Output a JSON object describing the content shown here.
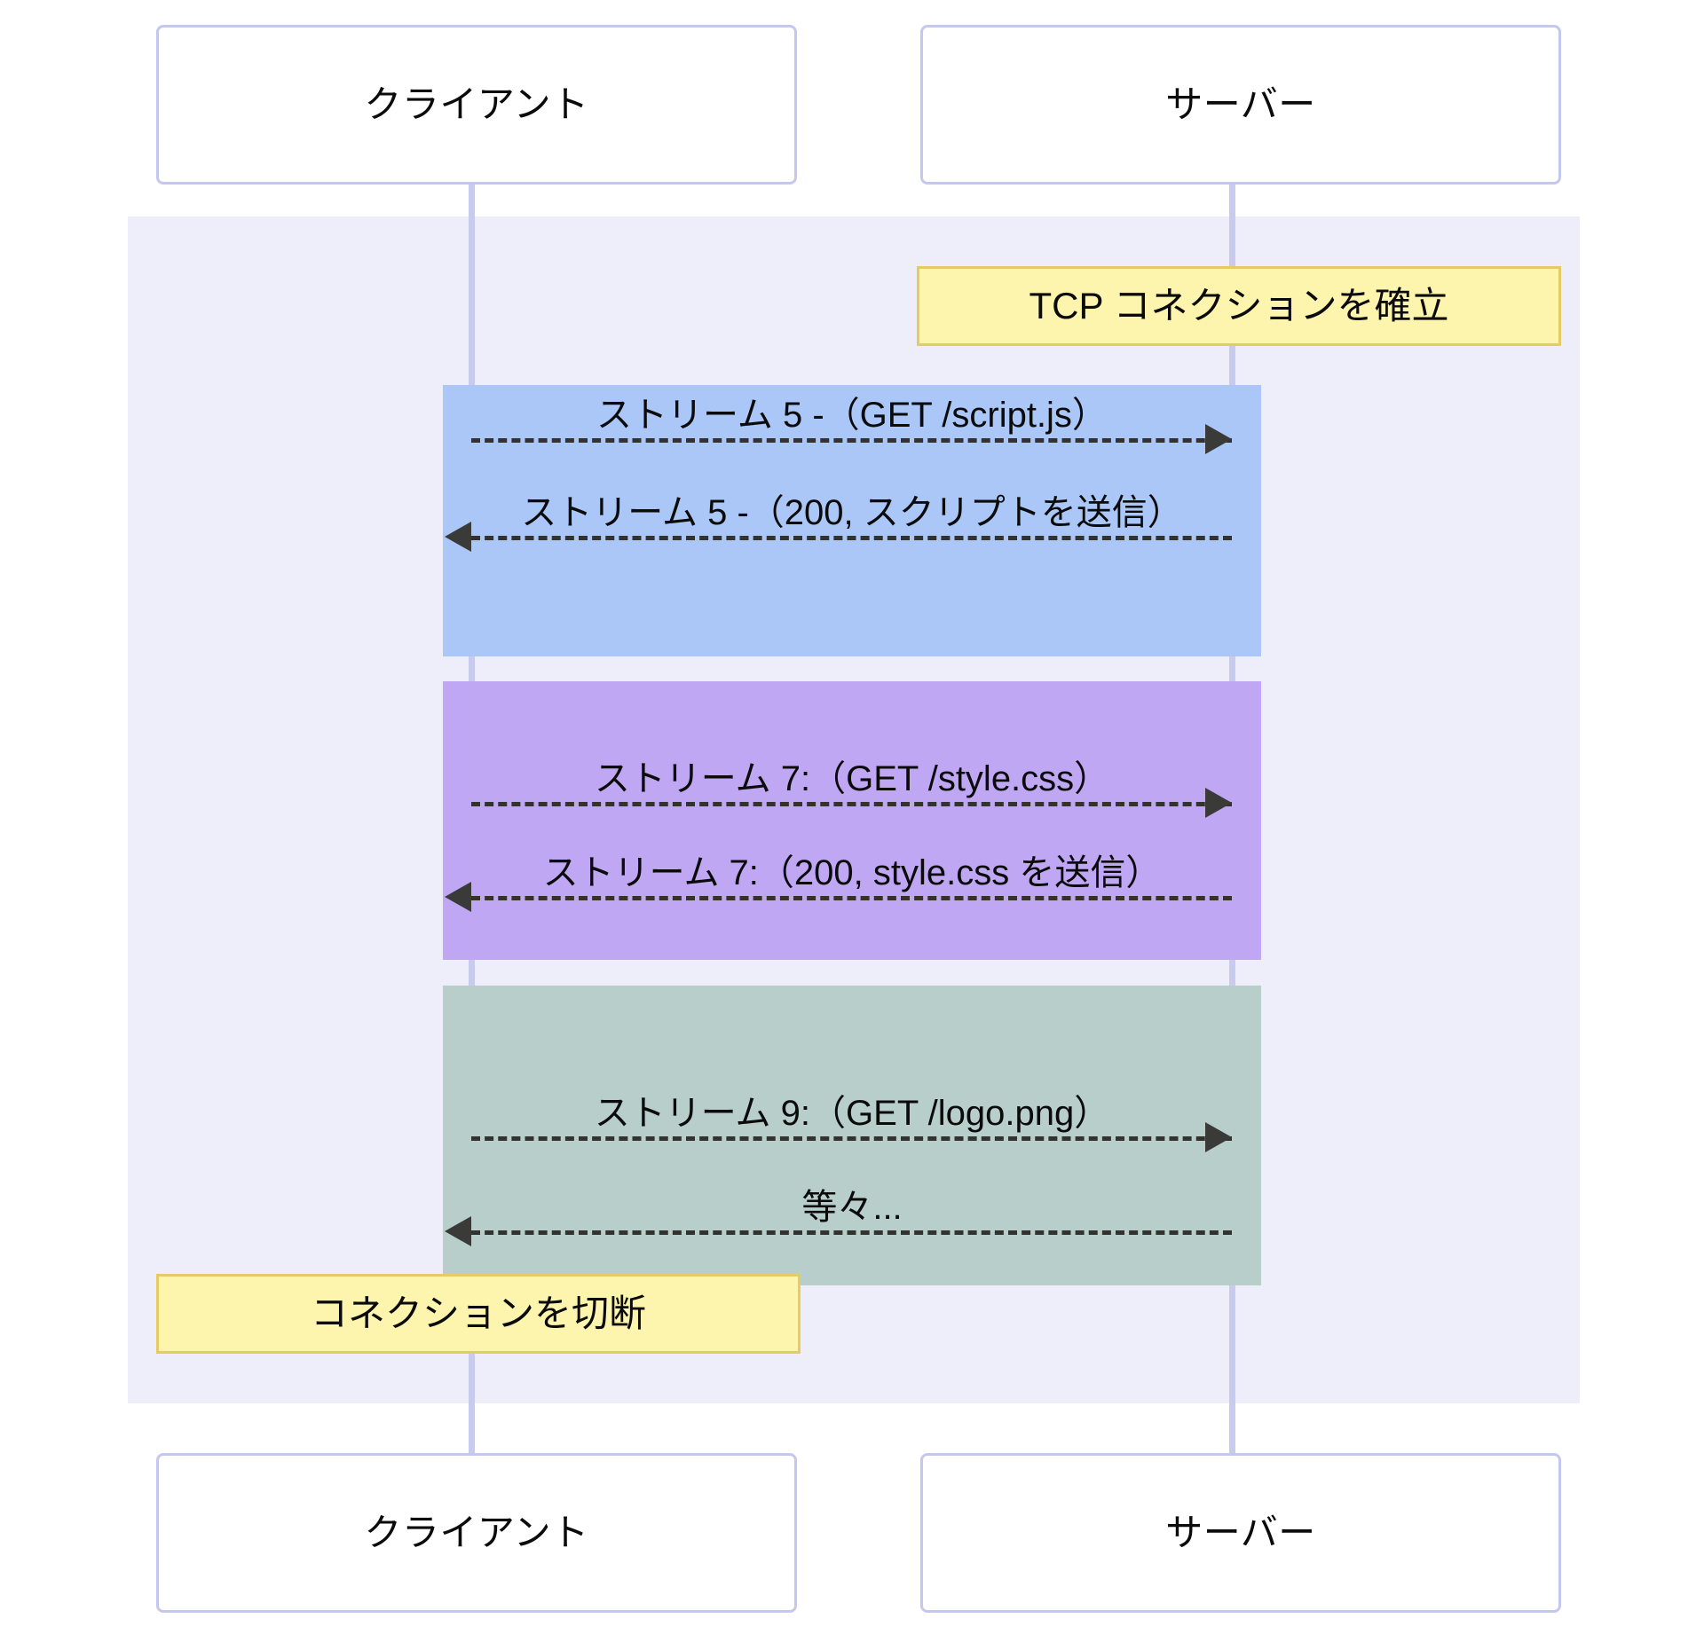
{
  "diagram": {
    "type": "sequence-diagram",
    "participants": [
      {
        "id": "client",
        "label": "クライアント"
      },
      {
        "id": "server",
        "label": "サーバー"
      }
    ],
    "colors": {
      "lifeline": "#c8cbee",
      "frame_background": "#eeeefa",
      "note_fill": "#fdf5ad",
      "note_border": "#e5cb63",
      "block_stream5": "#aac7f8",
      "block_stream7": "#bfa7f3",
      "block_stream9": "#b7ceca",
      "arrow": "#3a3a38",
      "box_border": "#c5c8ee"
    },
    "notes": [
      {
        "id": "tcp-connect",
        "label": "TCP コネクションを確立",
        "anchor": "server"
      },
      {
        "id": "disconnect",
        "label": "コネクションを切断",
        "anchor": "client"
      }
    ],
    "blocks": [
      {
        "id": "stream5",
        "color": "#aac7f8",
        "messages": [
          {
            "id": "m5-req",
            "label": "ストリーム 5 -（GET /script.js）",
            "direction": "client-to-server",
            "style": "dashed"
          },
          {
            "id": "m5-res",
            "label": "ストリーム 5 -（200, スクリプトを送信）",
            "direction": "server-to-client",
            "style": "dashed"
          }
        ]
      },
      {
        "id": "stream7",
        "color": "#bfa7f3",
        "messages": [
          {
            "id": "m7-req",
            "label": "ストリーム 7:（GET /style.css）",
            "direction": "client-to-server",
            "style": "dashed"
          },
          {
            "id": "m7-res",
            "label": "ストリーム 7:（200, style.css を送信）",
            "direction": "server-to-client",
            "style": "dashed"
          }
        ]
      },
      {
        "id": "stream9",
        "color": "#b7ceca",
        "messages": [
          {
            "id": "m9-req",
            "label": "ストリーム 9:（GET /logo.png）",
            "direction": "client-to-server",
            "style": "dashed"
          },
          {
            "id": "m9-res",
            "label": "等々...",
            "direction": "server-to-client",
            "style": "dashed"
          }
        ]
      }
    ]
  }
}
